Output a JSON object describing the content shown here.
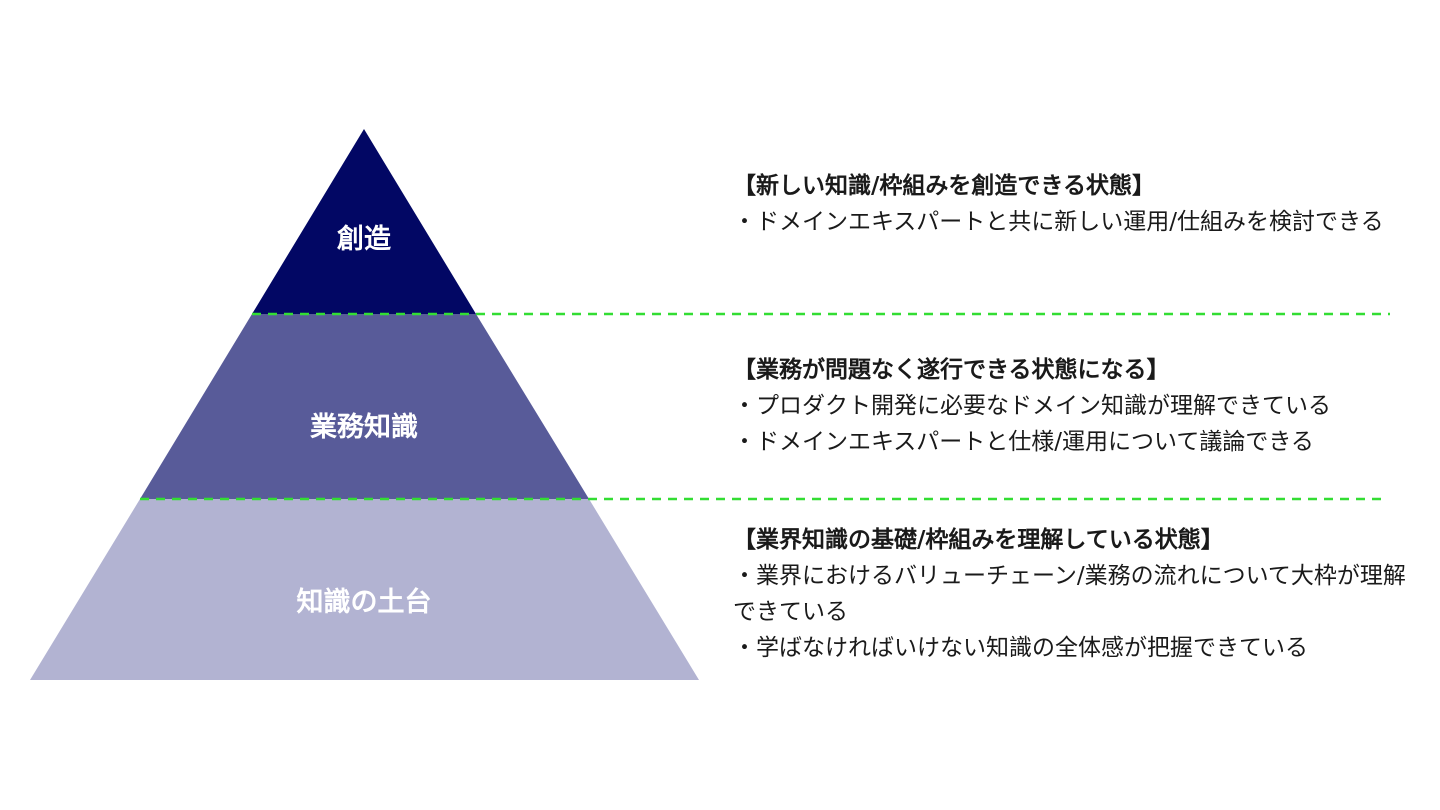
{
  "colors": {
    "tier_top": "#020764",
    "tier_middle": "#585b99",
    "tier_bottom": "#b2b3d2",
    "divider": "#33dd33",
    "label_text": "#ffffff",
    "body_text": "#1a1a1a"
  },
  "pyramid": {
    "tiers": [
      {
        "label": "創造"
      },
      {
        "label": "業務知識"
      },
      {
        "label": "知識の土台"
      }
    ]
  },
  "descriptions": {
    "top": {
      "heading": "【新しい知識/枠組みを創造できる状態】",
      "bullets": [
        "・ドメインエキスパートと共に新しい運用/仕組みを検討できる"
      ]
    },
    "middle": {
      "heading": "【業務が問題なく遂行できる状態になる】",
      "bullets": [
        "・プロダクト開発に必要なドメイン知識が理解できている",
        "・ドメインエキスパートと仕様/運用について議論できる"
      ]
    },
    "bottom": {
      "heading": "【業界知識の基礎/枠組みを理解している状態】",
      "bullets": [
        "・業界におけるバリューチェーン/業務の流れについて大枠が理解できている",
        "・学ばなければいけない知識の全体感が把握できている"
      ]
    }
  }
}
